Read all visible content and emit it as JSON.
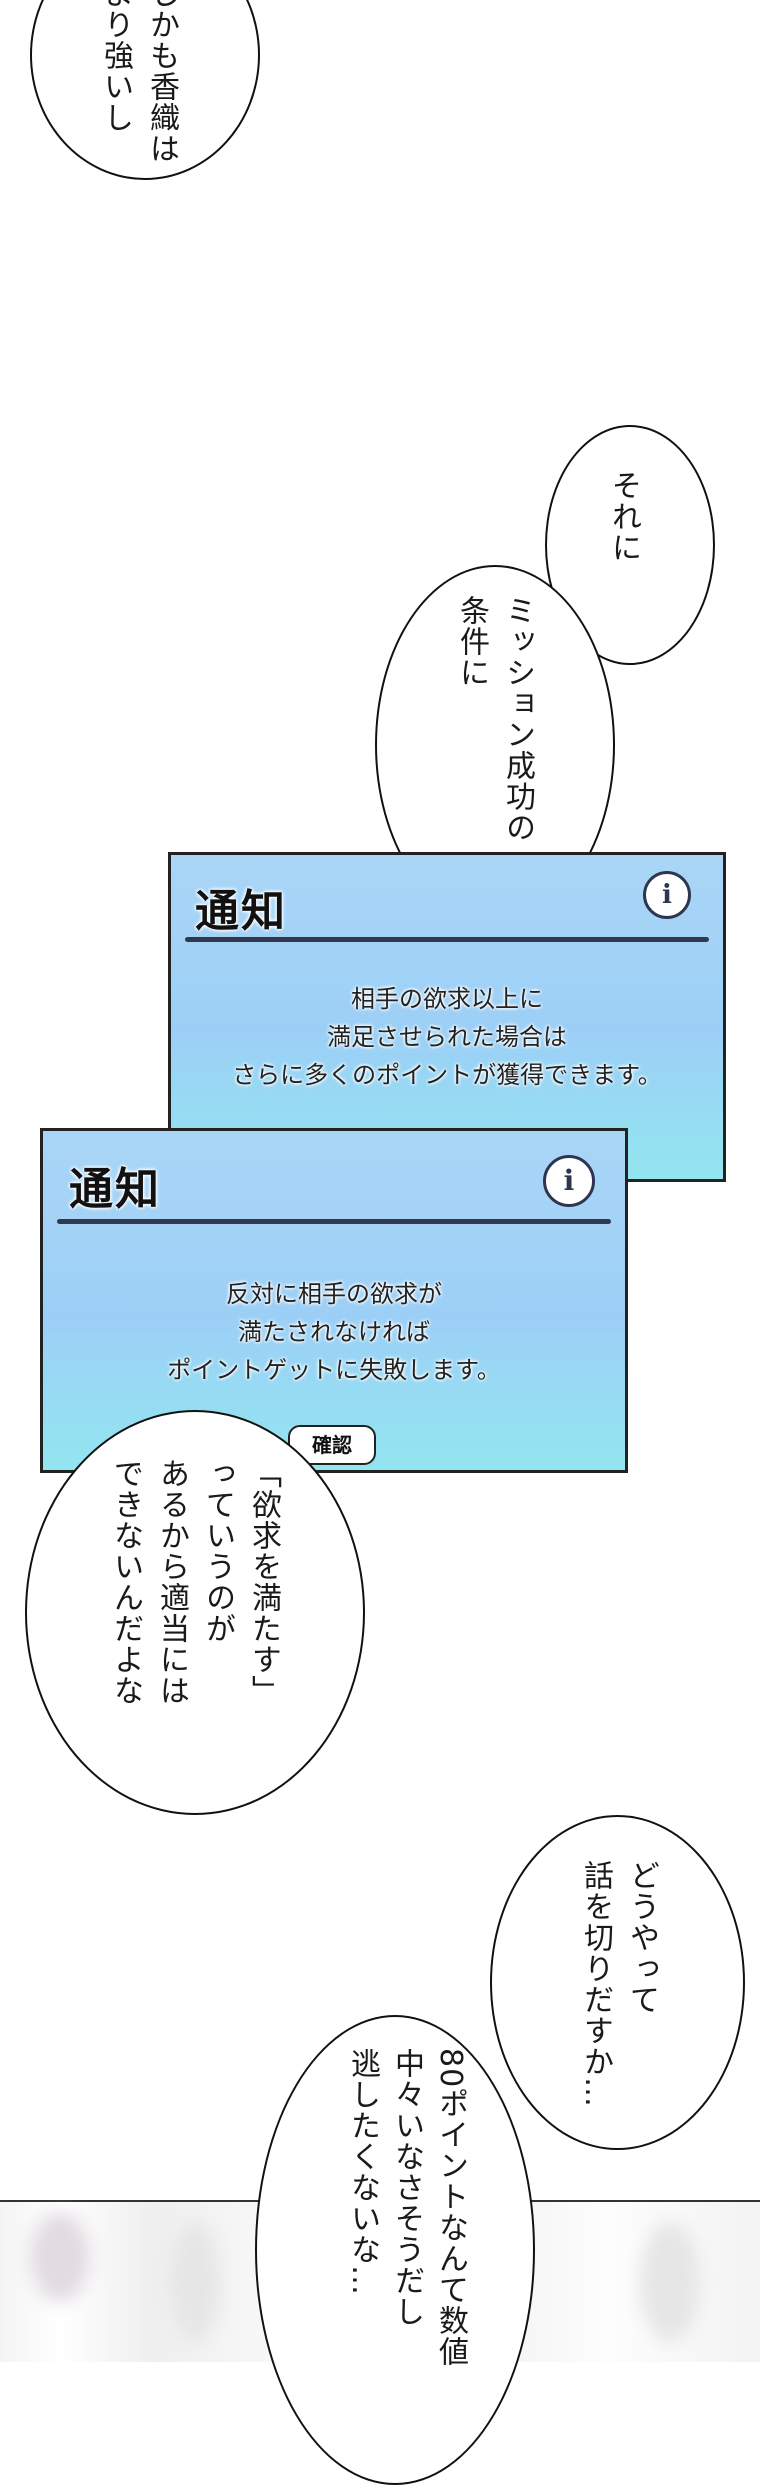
{
  "bubbles": [
    {
      "text": "しかも香織は\nより強いし"
    },
    {
      "text": "それに"
    },
    {
      "text": "ミッション成功の\n条件に"
    },
    {
      "text": "「欲求を満たす」\nっていうのが\nあるから適当には\nできないんだよな"
    },
    {
      "text": "どうやって\n話を切りだすか…"
    },
    {
      "text": "80ポイントなんて数値\n中々いなさそうだし\n逃したくないな…"
    }
  ],
  "notification_back": {
    "title": "通知",
    "info_icon": "info-icon",
    "lines": [
      "相手の欲求以上に",
      "満足させられた場合は",
      "さらに多くのポイントが獲得できます。"
    ]
  },
  "notification_front": {
    "title": "通知",
    "info_icon": "info-icon",
    "lines": [
      "反対に相手の欲求が",
      "満たされなければ",
      "ポイントゲットに失敗します。"
    ],
    "confirm_label": "確認"
  }
}
